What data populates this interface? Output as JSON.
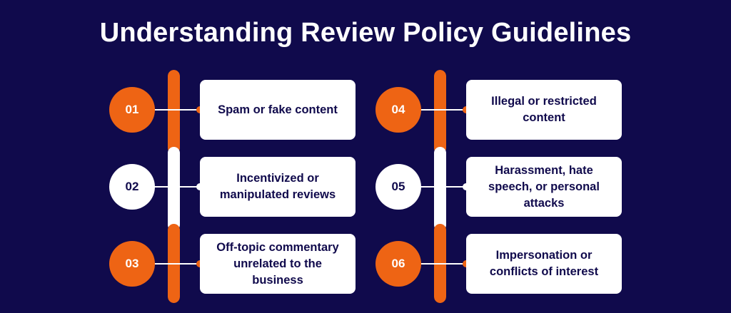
{
  "title": "Understanding Review Policy Guidelines",
  "colors": {
    "background": "#100a4c",
    "accent": "#ee6414",
    "card": "#ffffff",
    "text_dark": "#100a4c"
  },
  "columns": [
    {
      "items": [
        {
          "number": "01",
          "label": "Spam or fake content",
          "style": "orange"
        },
        {
          "number": "02",
          "label": "Incentivized or manipulated reviews",
          "style": "white"
        },
        {
          "number": "03",
          "label": "Off-topic commentary unrelated to the business",
          "style": "orange"
        }
      ]
    },
    {
      "items": [
        {
          "number": "04",
          "label": "Illegal or restricted content",
          "style": "orange"
        },
        {
          "number": "05",
          "label": "Harassment, hate speech, or personal attacks",
          "style": "white"
        },
        {
          "number": "06",
          "label": "Impersonation or conflicts of interest",
          "style": "orange"
        }
      ]
    }
  ]
}
